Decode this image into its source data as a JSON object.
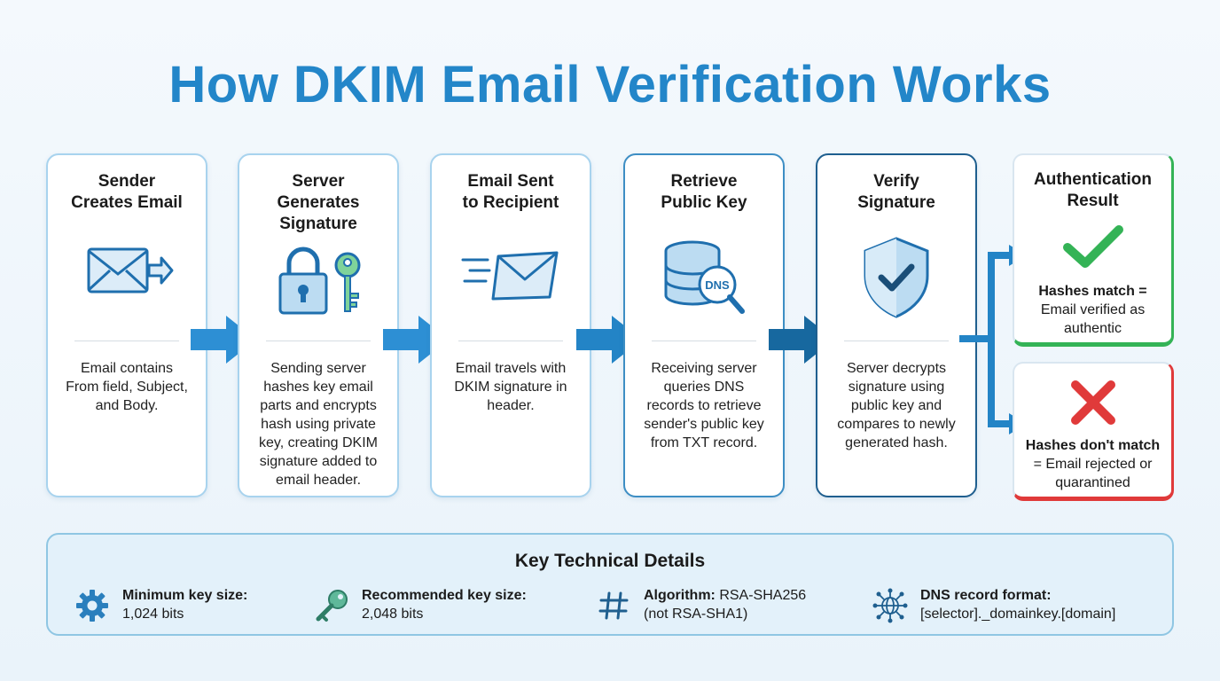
{
  "title": "How DKIM Email Verification Works",
  "steps": [
    {
      "title": "Sender\nCreates Email",
      "icon": "envelope-send-icon",
      "description": "Email contains\nFrom field, Subject,\nand Body."
    },
    {
      "title": "Server\nGenerates\nSignature",
      "icon": "lock-and-key-icon",
      "description": "Sending server\nhashes key email\nparts and encrypts\nhash using private\nkey, creating DKIM\nsignature added to\nemail header."
    },
    {
      "title": "Email Sent\nto Recipient",
      "icon": "envelope-in-transit-icon",
      "description": "Email travels with\nDKIM signature in\nheader."
    },
    {
      "title": "Retrieve\nPublic Key",
      "icon": "dns-database-search-icon",
      "icon_label": "DNS",
      "description": "Receiving server\nqueries DNS\nrecords to retrieve\nsender's public key\nfrom TXT record."
    },
    {
      "title": "Verify\nSignature",
      "icon": "shield-check-icon",
      "description": "Server decrypts\nsignature using\npublic key and\ncompares to newly\ngenerated hash."
    }
  ],
  "result": {
    "title": "Authentication\nResult",
    "success": {
      "label": "Hashes match =",
      "text": "Email verified as\nauthentic",
      "icon": "checkmark-icon",
      "color": "#34b356"
    },
    "failure": {
      "label": "Hashes don't match",
      "text": "= Email rejected or\nquarantined",
      "icon": "x-mark-icon",
      "color": "#e03a3a"
    }
  },
  "details": {
    "title": "Key Technical Details",
    "items": [
      {
        "icon": "gear-icon",
        "label": "Minimum key size:",
        "value": "1,024 bits"
      },
      {
        "icon": "key-icon",
        "label": "Recommended key size:",
        "value": "2,048 bits"
      },
      {
        "icon": "hash-icon",
        "label": "Algorithm:",
        "value_inline": "RSA-SHA256",
        "value": "(not RSA-SHA1)"
      },
      {
        "icon": "network-globe-icon",
        "label": "DNS record format:",
        "value": "[selector]._domainkey.[domain]"
      }
    ]
  },
  "colors": {
    "accent": "#2386c9",
    "dark_accent": "#1a5f8c",
    "success": "#34b356",
    "failure": "#e03a3a"
  }
}
